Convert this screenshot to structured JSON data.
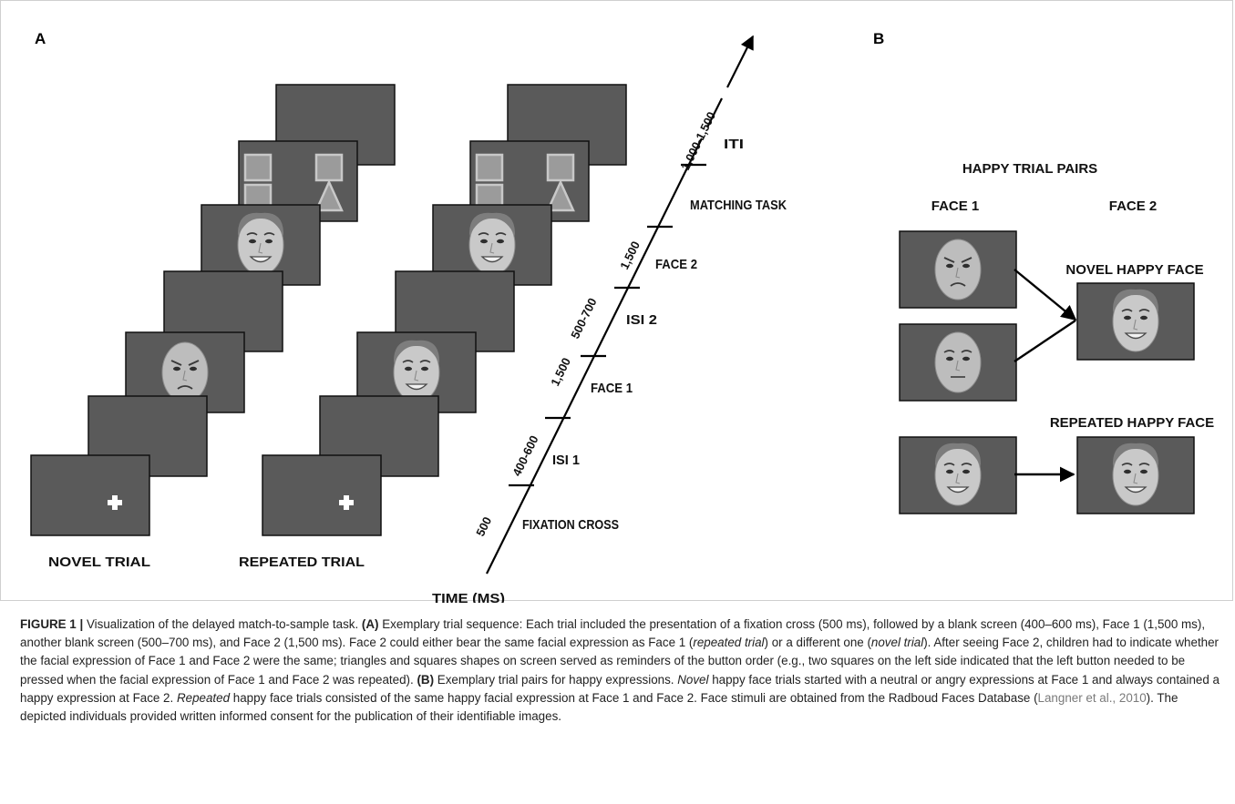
{
  "panels": {
    "a": {
      "letter": "A"
    },
    "b": {
      "letter": "B"
    }
  },
  "panel_a": {
    "trials": [
      {
        "label": "NOVEL TRIAL",
        "face1_expression": "angry",
        "face2_expression": "happy"
      },
      {
        "label": "REPEATED TRIAL",
        "face1_expression": "happy",
        "face2_expression": "happy"
      }
    ],
    "timeline": {
      "axis_label": "TIME (MS)",
      "events": [
        {
          "label": "FIXATION CROSS",
          "duration": "500"
        },
        {
          "label": "ISI 1",
          "duration": "400-600"
        },
        {
          "label": "FACE 1",
          "duration": "1,500"
        },
        {
          "label": "ISI 2",
          "duration": "500-700"
        },
        {
          "label": "FACE 2",
          "duration": "1,500"
        },
        {
          "label": "MATCHING TASK",
          "duration": ""
        },
        {
          "label": "ITI",
          "duration": "1,000-1,500"
        }
      ]
    }
  },
  "panel_b": {
    "title": "HAPPY TRIAL PAIRS",
    "col_face1": "FACE 1",
    "col_face2": "FACE 2",
    "novel_label": "NOVEL HAPPY FACE",
    "repeated_label": "REPEATED HAPPY FACE",
    "novel_color": "#3aa8e0",
    "repeated_color": "#1f4e79",
    "novel_face1_expressions": [
      "angry",
      "neutral"
    ],
    "novel_face2_expression": "happy",
    "repeated_face1_expression": "happy",
    "repeated_face2_expression": "happy"
  },
  "colors": {
    "screen_fill": "#5a5a5a",
    "screen_border": "#111111",
    "shape_fill": "#9b9b9b",
    "shape_stroke": "#c8c8c8"
  },
  "caption": {
    "figure_label": "FIGURE 1 | ",
    "part1": "Visualization of the delayed match-to-sample task. ",
    "a_ref": "(A)",
    "part2": " Exemplary trial sequence: Each trial included the presentation of a fixation cross (500 ms), followed by a blank screen (400–600 ms), Face 1 (1,500 ms), another blank screen (500–700 ms), and Face 2 (1,500 ms). Face 2 could either bear the same facial expression as Face 1 (",
    "repeated_trial_italic": "repeated trial",
    "part3": ") or a different one (",
    "novel_trial_italic": "novel trial",
    "part4": "). After seeing Face 2, children had to indicate whether the facial expression of Face 1 and Face 2 were the same; triangles and squares shapes on screen served as reminders of the button order (e.g., two squares on the left side indicated that the left button needed to be pressed when the facial expression of Face 1 and Face 2 was repeated). ",
    "b_ref": "(B)",
    "part5": " Exemplary trial pairs for happy expressions. ",
    "novel_italic": "Novel",
    "part6": " happy face trials started with a neutral or angry expressions at Face 1 and always contained a happy expression at Face 2. ",
    "repeated_italic": "Repeated",
    "part7": " happy face trials consisted of the same happy facial expression at Face 1 and Face 2. Face stimuli are obtained from the Radboud Faces Database (",
    "citation": "Langner et al., 2010",
    "part8": "). The depicted individuals provided written informed consent for the publication of their identifiable images."
  }
}
